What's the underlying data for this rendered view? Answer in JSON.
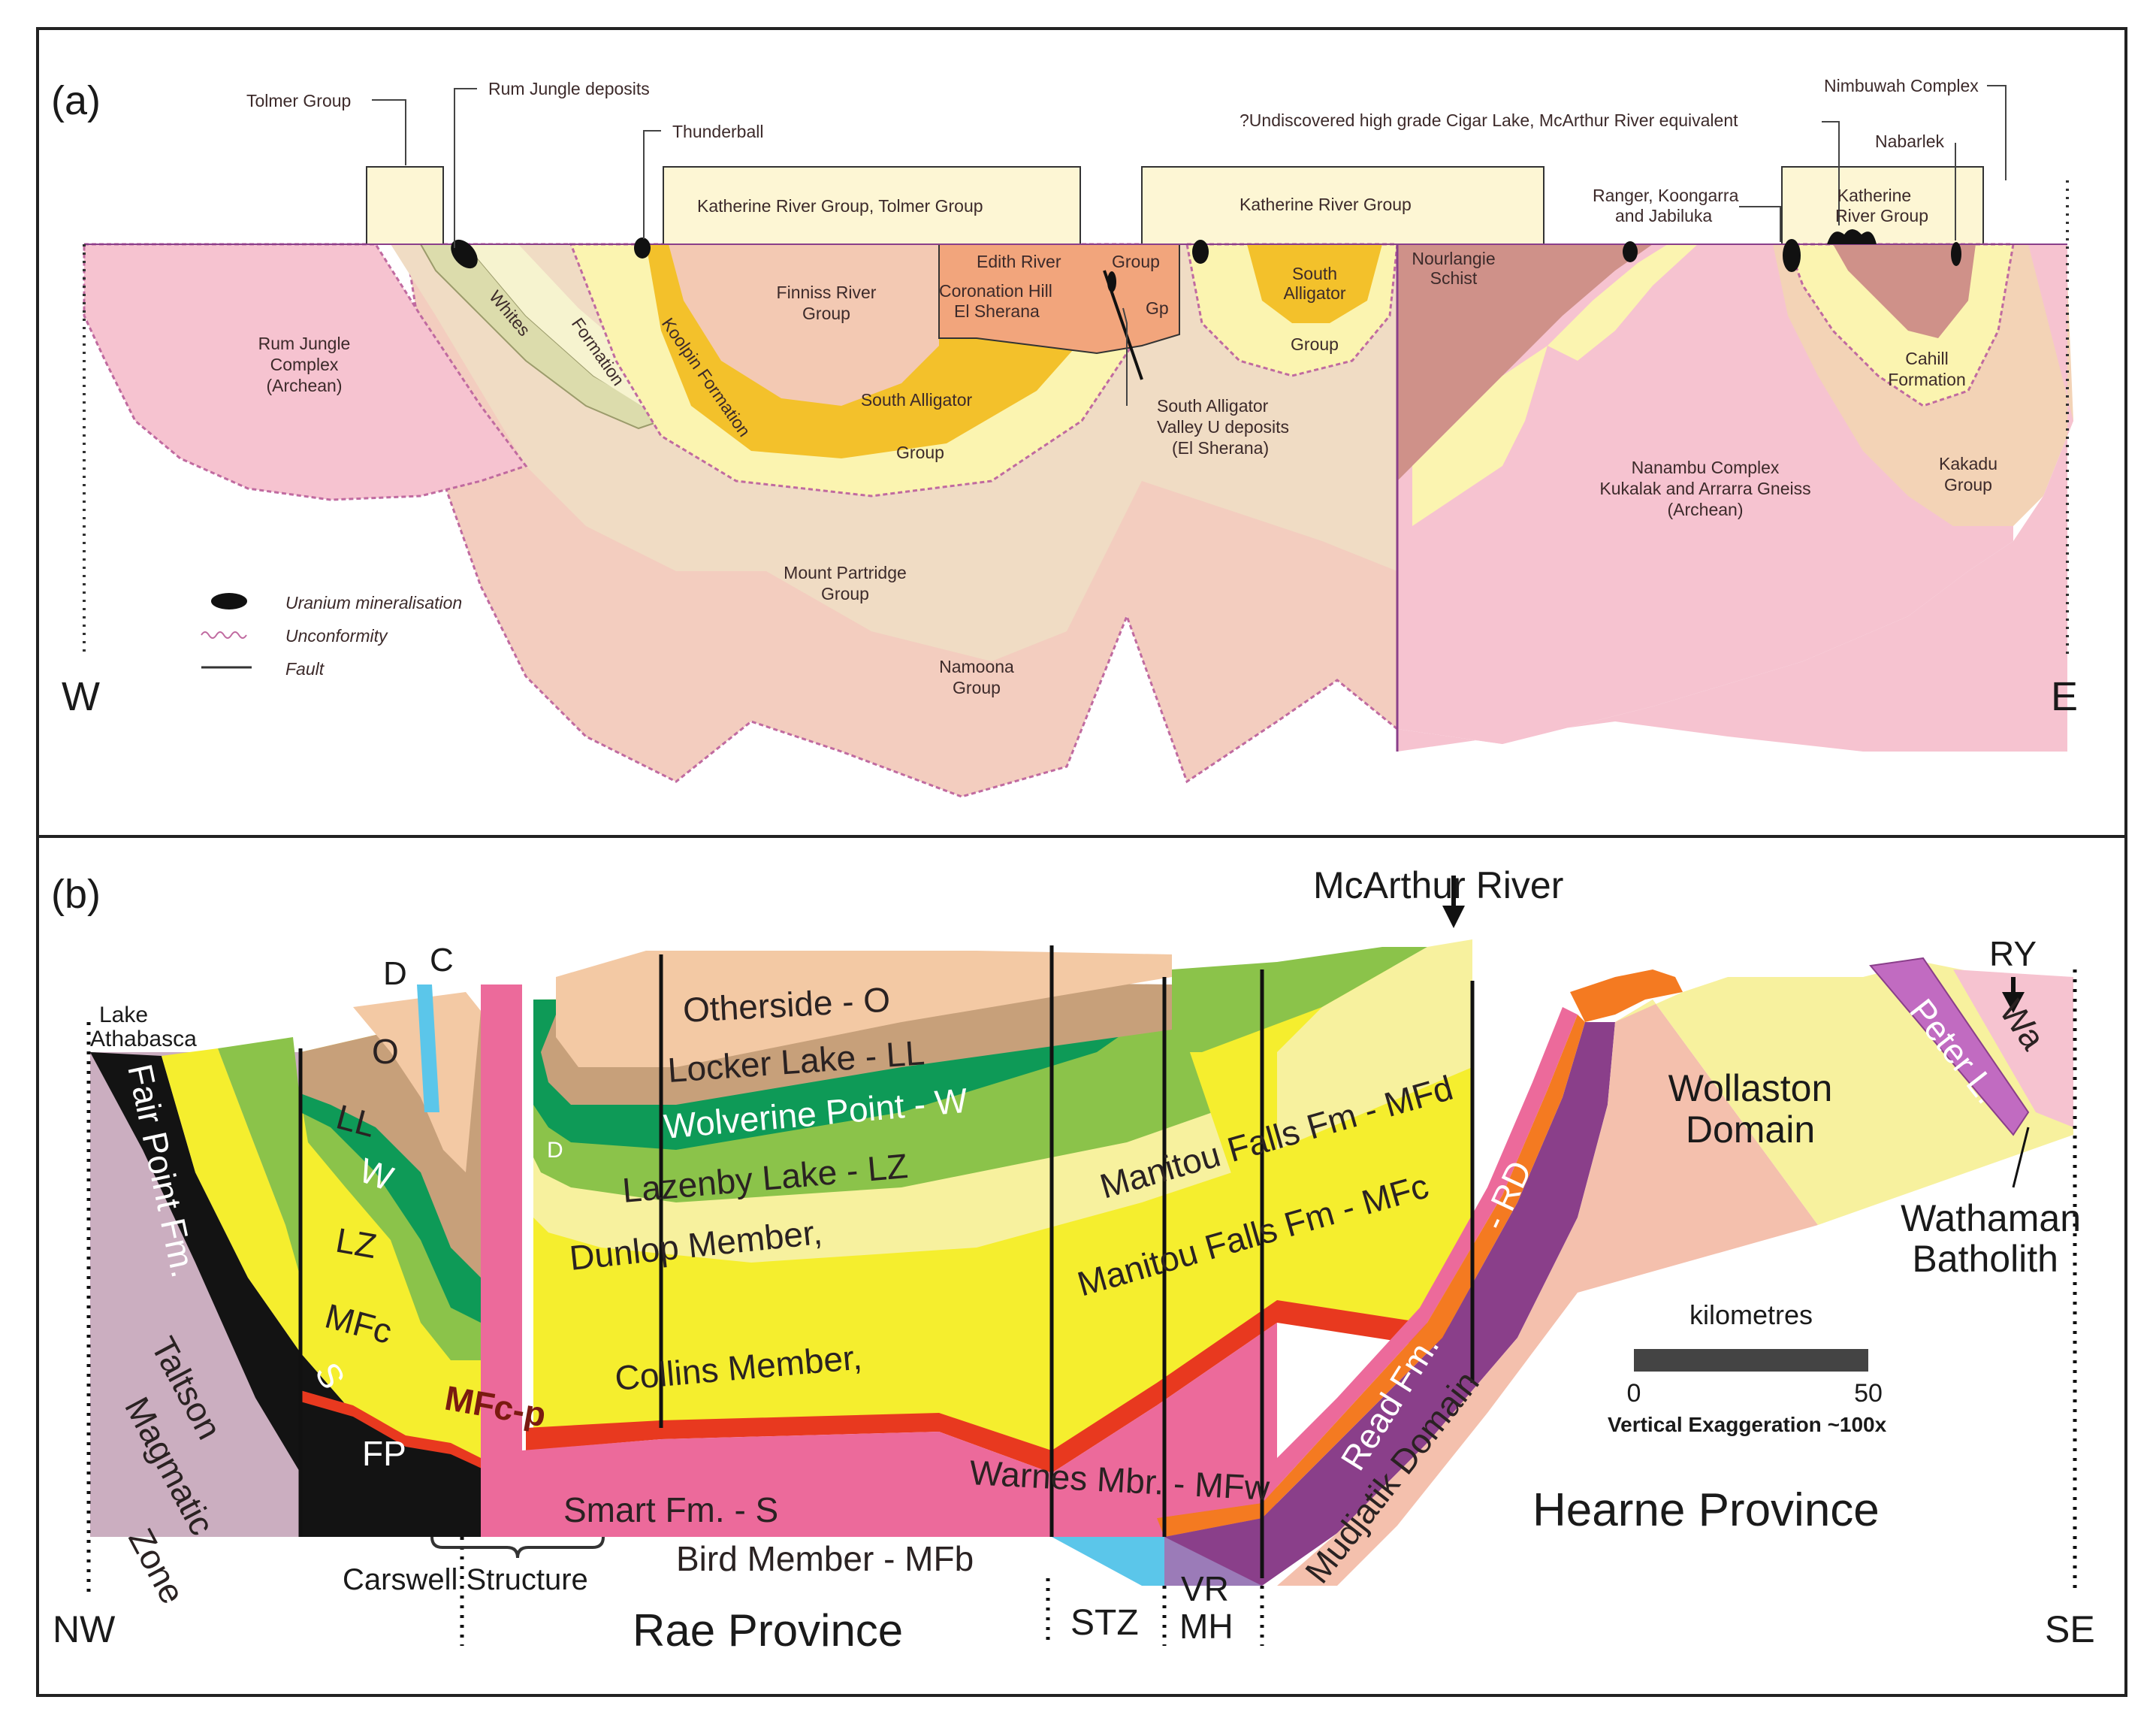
{
  "panel_a": {
    "tag": "(a)",
    "dir_w": "W",
    "dir_e": "E",
    "callouts": {
      "tolmer": "Tolmer Group",
      "rum_jungle_deposits": "Rum Jungle deposits",
      "thunderball": "Thunderball",
      "undiscovered": "?Undiscovered high grade Cigar Lake, McArthur River equivalent",
      "nimbuwah": "Nimbuwah Complex",
      "nabarlek": "Nabarlek",
      "ranger_1": "Ranger, Koongarra",
      "ranger_2": "and Jabiluka",
      "sa_valley_1": "South Alligator",
      "sa_valley_2": "Valley U deposits",
      "sa_valley_3": "(El Sherana)"
    },
    "cover_labels": {
      "krg_tolmer": "Katherine River Group, Tolmer Group",
      "krg": "Katherine River Group",
      "krg_right_1": "Katherine",
      "krg_right_2": "River Group"
    },
    "units": {
      "rum_jungle_1": "Rum Jungle",
      "rum_jungle_2": "Complex",
      "rum_jungle_3": "(Archean)",
      "whites": "Whites",
      "formation": "Formation",
      "koolpin": "Koolpin Formation",
      "finniss_1": "Finniss River",
      "finniss_2": "Group",
      "sa_group_1": "South Alligator",
      "sa_group_2": "Group",
      "edith_river": "Edith River",
      "group_word": "Group",
      "coronation_1": "Coronation Hill",
      "coronation_2": "El Sherana",
      "gp": "Gp",
      "sa_small_1": "South",
      "sa_small_2": "Alligator",
      "sa_small_3": "Group",
      "nourlangie_1": "Nourlangie",
      "nourlangie_2": "Schist",
      "nanambu_1": "Nanambu Complex",
      "nanambu_2": "Kukalak and Arrarra Gneiss",
      "nanambu_3": "(Archean)",
      "cahill_1": "Cahill",
      "cahill_2": "Formation",
      "kakadu_1": "Kakadu",
      "kakadu_2": "Group",
      "mount_partridge_1": "Mount Partridge",
      "mount_partridge_2": "Group",
      "namoona_1": "Namoona",
      "namoona_2": "Group"
    },
    "legend": {
      "mineralisation": "Uranium mineralisation",
      "unconformity": "Unconformity",
      "fault": "Fault"
    }
  },
  "panel_b": {
    "tag": "(b)",
    "dir_nw": "NW",
    "dir_se": "SE",
    "top_labels": {
      "lake_1": "Lake",
      "lake_2": "Athabasca",
      "d": "D",
      "c": "C",
      "mcarthur": "McArthur River",
      "ry": "RY"
    },
    "units": {
      "otherside": "Otherside - O",
      "locker": "Locker Lake - LL",
      "wolverine": "Wolverine Point - W",
      "lazenby": "Lazenby Lake - LZ",
      "mfd": "Manitou  Falls Fm  - MFd",
      "dunlop": "Dunlop Member,",
      "mfc": "Manitou  Falls Fm  - MFc",
      "collins": "Collins Member,",
      "warnes": "Warnes Mbr.  - MFw",
      "smart": "Smart Fm. - S",
      "bird": "Bird Member - MFb",
      "read": "Read Fm.",
      "rd": "- RD",
      "mudjatik": "Mudjatik Domain",
      "wollaston_1": "Wollaston",
      "wollaston_2": "Domain",
      "peter": "Peter L.",
      "wa": "Wa",
      "wathaman_1": "Wathaman",
      "wathaman_2": "Batholith",
      "fair_point": "Fair Point Fm.",
      "taltson_1": "Taltson",
      "taltson_2": "Magmatic",
      "taltson_3": "Zone",
      "o": "O",
      "ll": "LL",
      "w": "W",
      "lz": "LZ",
      "mfc_short": "MFc",
      "s": "S",
      "fp": "FP",
      "mfcp": "MFc-p",
      "d_small": "D"
    },
    "bottom_labels": {
      "carswell": "Carswell Structure",
      "rae": "Rae Province",
      "stz": "STZ",
      "vr": "VR",
      "mh": "MH",
      "hearne": "Hearne Province"
    },
    "scale": {
      "title": "kilometres",
      "zero": "0",
      "fifty": "50",
      "exaggeration": "Vertical Exaggeration ~100x"
    }
  },
  "colors": {
    "archean_pink": "#f6c3d0",
    "peach": "#f3d3b6",
    "mount_partridge": "#f0d6c0",
    "light_yellow": "#fbf4b0",
    "sa_orange": "#f3c12b",
    "finniss": "#f3c9b3",
    "coronation": "#f2a57c",
    "nourlangie": "#cf9189",
    "cover": "#fdf6d4",
    "b_otherside": "#f3c9a4",
    "b_locker": "#c7a07a",
    "b_wolverine": "#0e9a57",
    "b_lazenby": "#8bc34a",
    "b_dunlop": "#f7f19e",
    "b_collins": "#f5ee2e",
    "b_bird": "#ec6a9b",
    "b_black": "#131313",
    "b_taltson": "#cbaec0",
    "b_orange": "#f47a21",
    "b_purple": "#8a3f8a",
    "b_blue": "#5bc6ea",
    "b_mudjatik": "#f4c0ad"
  }
}
